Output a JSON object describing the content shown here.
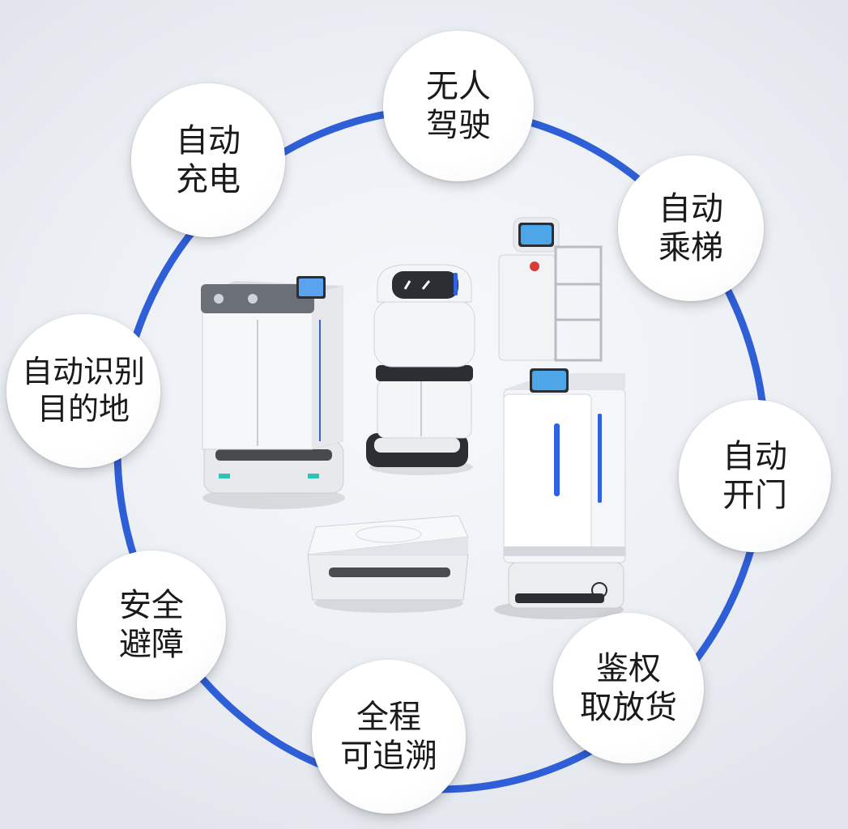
{
  "features": {
    "f1": {
      "line1": "无人",
      "line2": "驾驶"
    },
    "f2": {
      "line1": "自动",
      "line2": "充电"
    },
    "f3": {
      "line1": "自动",
      "line2": "乘梯"
    },
    "f4": {
      "line1": "自动识别",
      "line2": "目的地"
    },
    "f5": {
      "line1": "自动",
      "line2": "开门"
    },
    "f6": {
      "line1": "安全",
      "line2": "避障"
    },
    "f7": {
      "line1": "鉴权",
      "line2": "取放货"
    },
    "f8": {
      "line1": "全程",
      "line2": "可追溯"
    }
  },
  "colors": {
    "ring": "#2f5fd6",
    "robot_body": "#f4f5f7",
    "robot_dark": "#2b2e33",
    "accent_blue": "#2f63e0",
    "accent_teal": "#2ec4b6"
  }
}
